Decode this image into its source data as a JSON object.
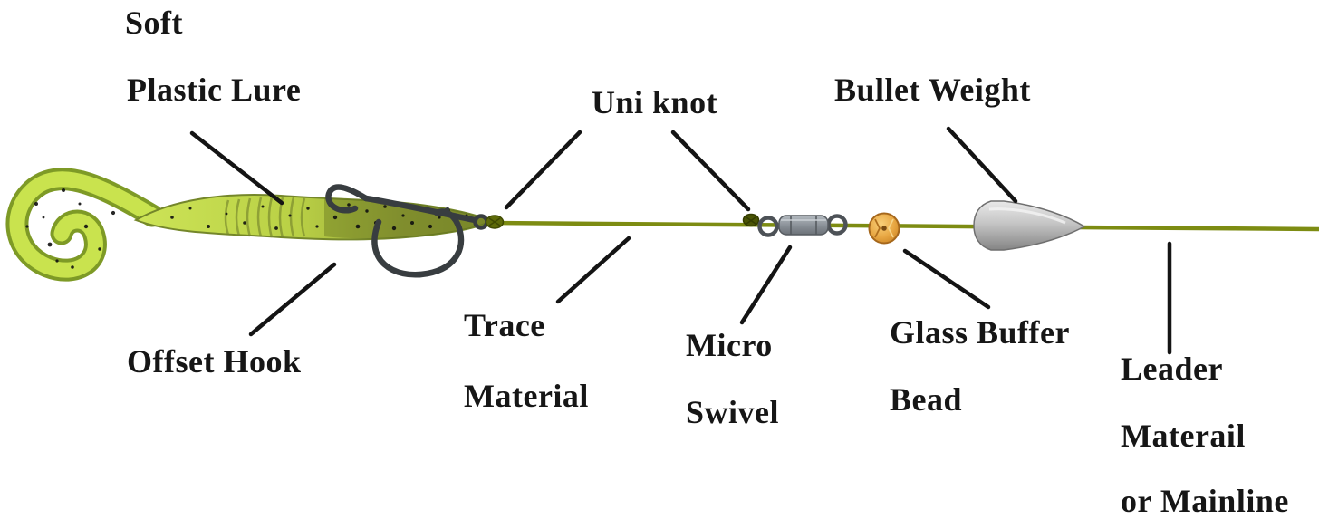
{
  "diagram": {
    "type": "fishing-rig-diagram",
    "labels": {
      "soft_plastic_lure": {
        "line1": "Soft",
        "line2": "Plastic Lure"
      },
      "uni_knot": "Uni knot",
      "bullet_weight": "Bullet Weight",
      "offset_hook": "Offset Hook",
      "trace_material": {
        "line1": "Trace",
        "line2": "Material"
      },
      "micro_swivel": {
        "line1": "Micro",
        "line2": "Swivel"
      },
      "glass_buffer_bead": {
        "line1": "Glass Buffer",
        "line2": "Bead"
      },
      "leader_material": {
        "line1": "Leader",
        "line2": "Materail",
        "line3": "or Mainline"
      }
    },
    "components": [
      "Soft Plastic Lure",
      "Offset Hook",
      "Uni knot",
      "Trace Material",
      "Micro Swivel",
      "Glass Buffer Bead",
      "Bullet Weight",
      "Leader Materail or Mainline"
    ],
    "colors": {
      "background": "#ffffff",
      "label_text": "#161616",
      "pointer_line": "#141414",
      "fishing_line": "#7d8c12",
      "lure_body": "#c4dd4e",
      "lure_outline": "#74862a",
      "knot": "#5d6a08",
      "hook": "#383d40",
      "swivel": "#8a9097",
      "bead": "#e09a33",
      "bullet_weight": "#bfbfbf"
    }
  }
}
